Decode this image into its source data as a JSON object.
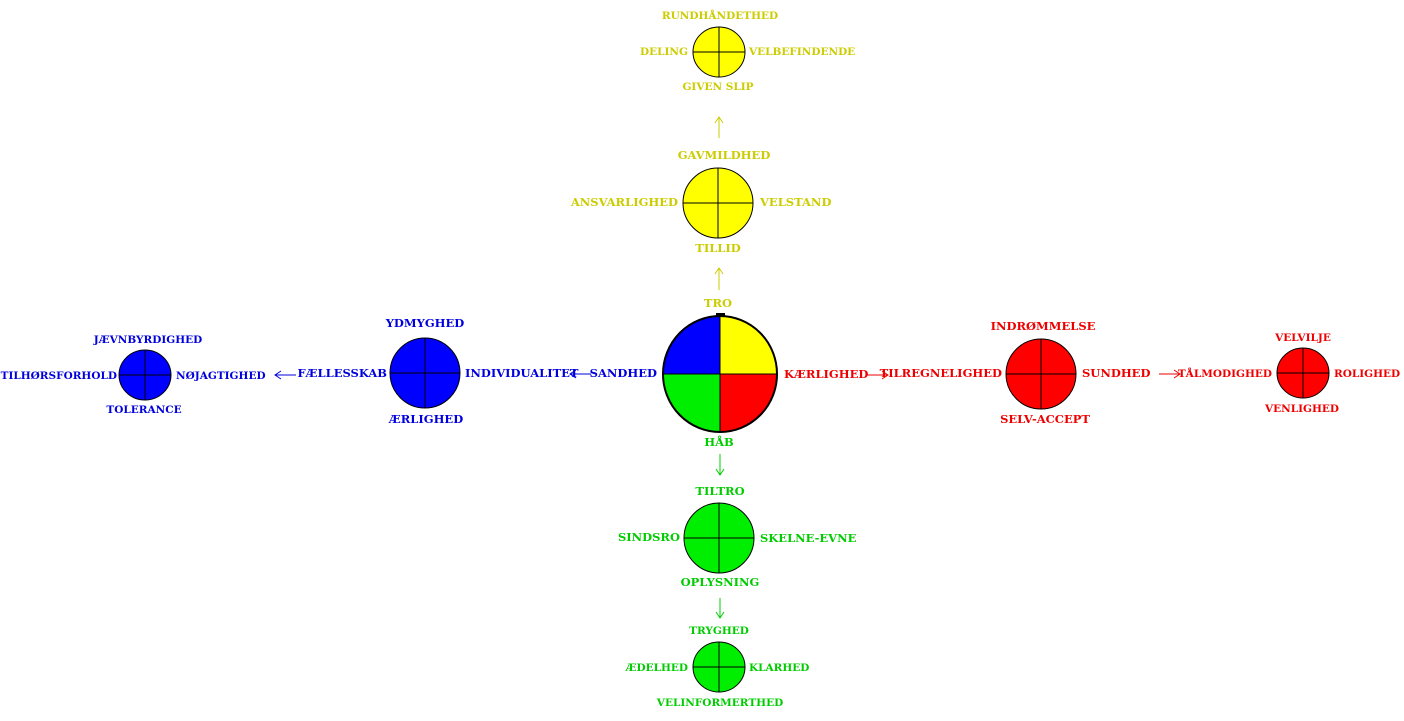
{
  "colors": {
    "yellow": "#ffff00",
    "yellow_text": "#cccc00",
    "blue": "#0000ff",
    "blue_text": "#0000dd",
    "green": "#00ee00",
    "green_text": "#00cc00",
    "red": "#ff0000",
    "red_text": "#ee0000",
    "outline": "#000000"
  },
  "center": {
    "top_label": "TRO",
    "bottom_label": "HÅB",
    "left_label": "SANDHED",
    "right_label": "KÆRLIGHED"
  },
  "yellow_branch": {
    "near": {
      "top": "GAVMILDHED",
      "left": "ANSVARLIGHED",
      "right": "VELSTAND",
      "bottom": "TILLID"
    },
    "far": {
      "top": "RUNDHÅNDETHED",
      "left": "DELING",
      "right": "VELBEFINDENDE",
      "bottom": "GIVEN SLIP"
    }
  },
  "blue_branch": {
    "near": {
      "top": "YDMYGHED",
      "left": "FÆLLESSKAB",
      "right": "INDIVIDUALITET",
      "bottom": "ÆRLIGHED"
    },
    "far": {
      "top": "JÆVNBYRDIGHED",
      "left": "TILHØRSFORHOLD",
      "right": "NØJAGTIGHED",
      "bottom": "TOLERANCE"
    }
  },
  "red_branch": {
    "near": {
      "top": "INDRØMMELSE",
      "left": "TILREGNELIGHED",
      "right": "SUNDHED",
      "bottom": "SELV-ACCEPT"
    },
    "far": {
      "top": "VELVILJE",
      "left": "TÅLMODIGHED",
      "right": "ROLIGHED",
      "bottom": "VENLIGHED"
    }
  },
  "green_branch": {
    "near": {
      "top": "TILTRO",
      "left": "SINDSRO",
      "right": "SKELNE-EVNE",
      "bottom": "OPLYSNING"
    },
    "far": {
      "top": "TRYGHED",
      "left": "ÆDELHED",
      "right": "KLARHED",
      "bottom": "VELINFORMERTHED"
    }
  }
}
